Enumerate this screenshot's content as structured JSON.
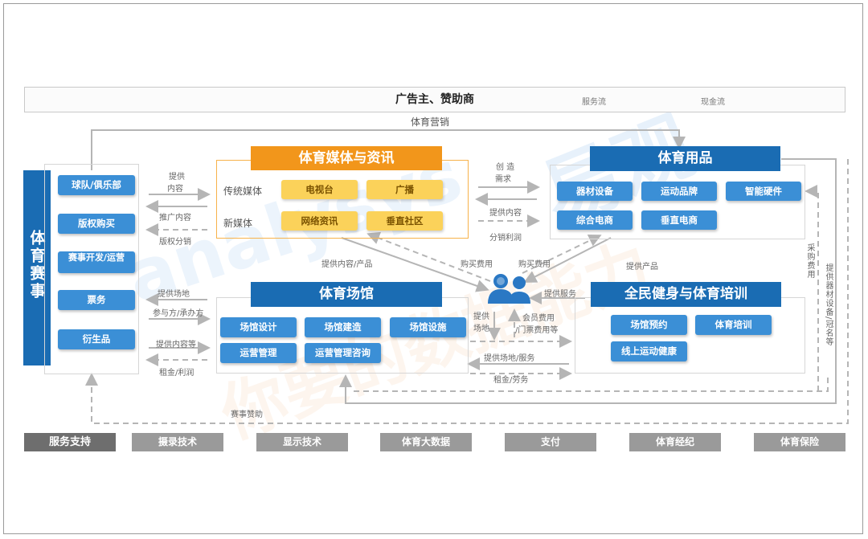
{
  "top": {
    "title": "广告主、赞助商",
    "legend_service": "服务流",
    "legend_cash": "现金流"
  },
  "marketing_label": "体育营销",
  "left": {
    "title": "体育赛事",
    "items": [
      "球队/俱乐部",
      "版权购买",
      "赛事开发/运营",
      "票务",
      "衍生品"
    ]
  },
  "media": {
    "title": "体育媒体与资讯",
    "traditional_label": "传统媒体",
    "new_label": "新媒体",
    "items": [
      "电视台",
      "广播",
      "网络资讯",
      "垂直社区"
    ]
  },
  "goods": {
    "title": "体育用品",
    "items": [
      "器材设备",
      "运动品牌",
      "智能硬件",
      "综合电商",
      "垂直电商"
    ]
  },
  "venue": {
    "title": "体育场馆",
    "items": [
      "场馆设计",
      "场馆建造",
      "场馆设施",
      "运营管理",
      "运营管理咨询"
    ]
  },
  "fitness": {
    "title": "全民健身与体育培训",
    "items": [
      "场馆预约",
      "体育培训",
      "线上运动健康"
    ]
  },
  "flow_labels": {
    "provide_content_1": "提供",
    "provide_content_2": "内容",
    "promote_content": "推广内容",
    "rights_sales": "版权分销",
    "provide_venue": "提供场地",
    "participant": "参与方/承办方",
    "provide_content_etc": "提供内容等",
    "rent_profit": "租金/利润",
    "create_demand_1": "创 造",
    "create_demand_2": "需求",
    "provide_content_r": "提供内容",
    "sales_profit": "分销利润",
    "provide_content_product": "提供内容/产品",
    "purchase_fee_1": "购买费用",
    "purchase_fee_2": "购买费用",
    "provide_product": "提供产品",
    "provide_service": "提供服务",
    "provide_venue_2a": "提供",
    "provide_venue_2b": "场地",
    "member_fee_1": "会员费用",
    "member_fee_2": "/门票费用等",
    "provide_venue_service": "提供场地/服务",
    "rent_labor": "租金/劳务",
    "event_sponsor": "赛事赞助",
    "procurement_fee": "采购费用",
    "provide_equipment": "提供器材设备/冠名等"
  },
  "bottom": {
    "support_label": "服务支持",
    "items": [
      "摄录技术",
      "显示技术",
      "体育大数据",
      "支付",
      "体育经纪",
      "体育保险"
    ]
  },
  "watermark": {
    "brand": "易观",
    "tagline": "你要的数据能力",
    "logo": "analysys"
  },
  "colors": {
    "blue": "#1a6cb3",
    "blue_pill": "#3b8fd6",
    "orange": "#f2961b",
    "yellow_pill": "#fbd25a",
    "gray": "#9a9a9a"
  }
}
